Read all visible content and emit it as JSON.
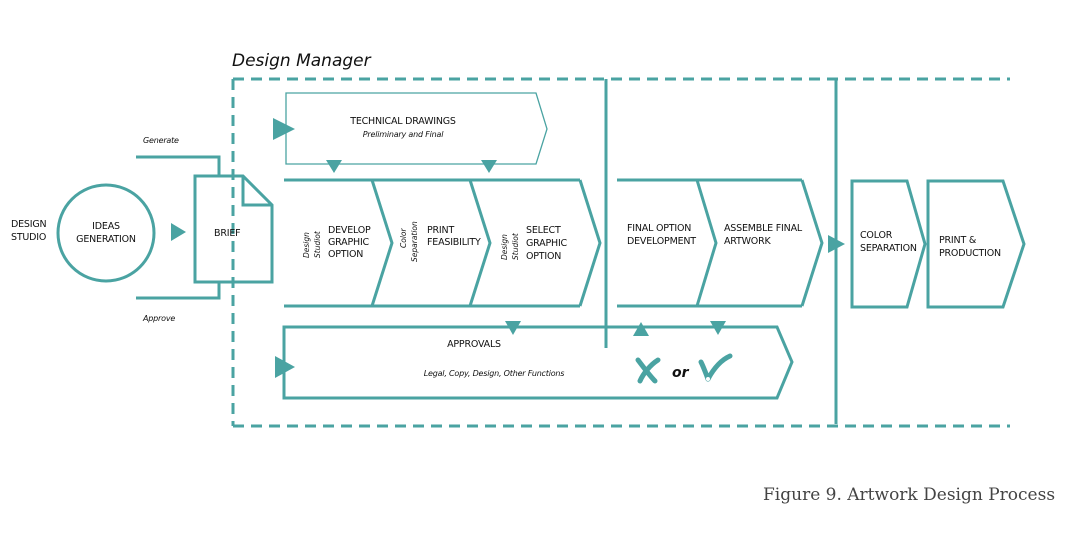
{
  "colors": {
    "teal": "#4aa3a2",
    "text": "#111111",
    "caption": "#444444"
  },
  "title": "Design Manager",
  "caption": "Figure 9. Artwork Design Process",
  "left": {
    "studio": [
      "DESIGN",
      "STUDIO"
    ],
    "ideas": [
      "IDEAS",
      "GENERATION"
    ],
    "generate": "Generate",
    "approve": "Approve",
    "brief": "BRIEF"
  },
  "technical": {
    "title": "TECHNICAL DRAWINGS",
    "subtitle": "Preliminary and Final"
  },
  "steps": [
    {
      "side": [
        "Design",
        "Studiot"
      ],
      "label": [
        "DEVELOP",
        "GRAPHIC",
        "OPTION"
      ]
    },
    {
      "side": [
        "Color",
        "Separation"
      ],
      "label": [
        "PRINT",
        "FEASIBILITY"
      ]
    },
    {
      "side": [
        "Design",
        "Studiot"
      ],
      "label": [
        "SELECT",
        "GRAPHIC",
        "OPTION"
      ]
    },
    {
      "label": [
        "FINAL OPTION",
        "DEVELOPMENT"
      ]
    },
    {
      "label": [
        "ASSEMBLE FINAL",
        "ARTWORK"
      ]
    },
    {
      "label": [
        "COLOR",
        "SEPARATION"
      ]
    },
    {
      "label": [
        "PRINT &",
        "PRODUCTION"
      ]
    }
  ],
  "approvals": {
    "title": "APPROVALS",
    "subtitle": "Legal, Copy, Design, Other Functions",
    "or": "or",
    "reject_icon": "x-mark-icon",
    "accept_icon": "check-mark-icon"
  }
}
